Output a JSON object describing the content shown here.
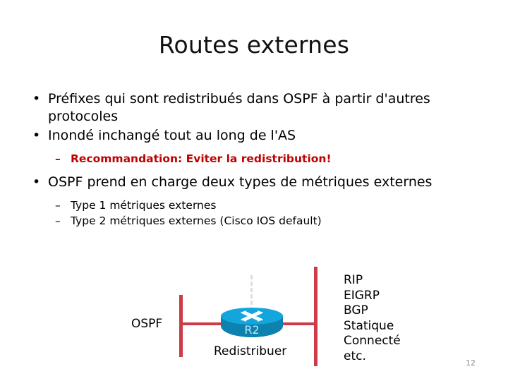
{
  "slide": {
    "title": "Routes externes",
    "page_number": "12"
  },
  "content": {
    "bullets": [
      {
        "level": 1,
        "marker": "•",
        "text": "Préfixes qui sont redistribués dans OSPF à partir d'autres protocoles",
        "style": "normal"
      },
      {
        "level": 1,
        "marker": "•",
        "text": "Inondé inchangé tout au long de l'AS",
        "style": "normal"
      },
      {
        "level": 2,
        "marker": "–",
        "text": "Recommandation: Eviter la redistribution!",
        "style": "warning"
      },
      {
        "level": 1,
        "marker": "•",
        "text": "OSPF prend en charge deux types de métriques  externes",
        "style": "normal"
      },
      {
        "level": 2,
        "marker": "–",
        "text": "Type 1 métriques externes",
        "style": "normal"
      },
      {
        "level": 2,
        "marker": "–",
        "text": "Type 2 métriques externes (Cisco IOS default)",
        "style": "normal"
      }
    ]
  },
  "diagram": {
    "left_label": "OSPF",
    "router": {
      "icon": "cisco-router-icon",
      "name": "R2",
      "caption": "Redistribuer"
    },
    "protocols": [
      "RIP",
      "EIGRP",
      "BGP",
      "Statique",
      "Connecté",
      "etc."
    ]
  },
  "colors": {
    "line_red": "#cc3b47",
    "warning_red": "#c00000",
    "router_top": "#12a6dc",
    "router_body": "#0d82ae",
    "dashed_gray": "#dddddd",
    "page_num_gray": "#8a8a8a"
  }
}
